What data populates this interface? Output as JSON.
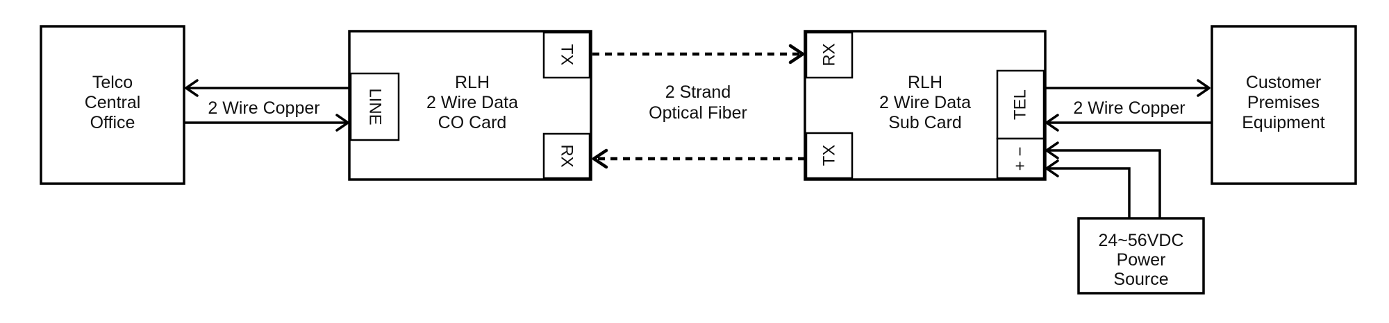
{
  "nodes": {
    "telco": {
      "lines": [
        "Telco",
        "Central",
        "Office"
      ]
    },
    "co_card": {
      "lines": [
        "RLH",
        "2 Wire Data",
        "CO Card"
      ]
    },
    "sub_card": {
      "lines": [
        "RLH",
        "2 Wire Data",
        "Sub Card"
      ]
    },
    "cpe": {
      "lines": [
        "Customer",
        "Premises",
        "Equipment"
      ]
    },
    "power": {
      "lines": [
        "24~56VDC",
        "Power",
        "Source"
      ]
    }
  },
  "ports": {
    "co_line": "LINE",
    "co_tx": "TX",
    "co_rx": "RX",
    "sub_rx": "RX",
    "sub_tx": "TX",
    "sub_tel": "TEL",
    "sub_power": "+ −"
  },
  "edges": {
    "left_copper": "2 Wire Copper",
    "fiber": [
      "2 Strand",
      "Optical Fiber"
    ],
    "right_copper": "2 Wire Copper"
  }
}
